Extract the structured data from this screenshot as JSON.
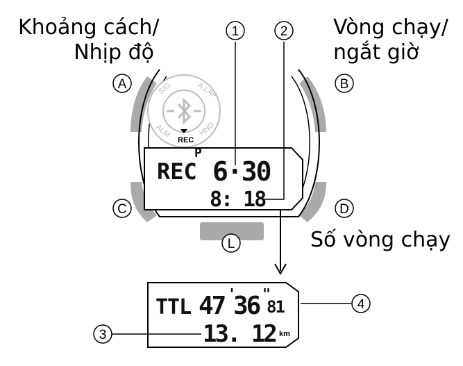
{
  "labels": {
    "top_left": [
      "Khoảng cách/",
      "Nhịp độ"
    ],
    "top_right": [
      "Vòng chạy/",
      "ngắt giờ"
    ],
    "bottom_right": "Số vòng chạy"
  },
  "buttons": {
    "a": "A",
    "b": "B",
    "c": "C",
    "d": "D",
    "l": "L"
  },
  "callouts": {
    "c1": "1",
    "c2": "2",
    "c3": "3",
    "c4": "4"
  },
  "bezel": {
    "sig": "SIG",
    "alap": "A.LAP",
    "alm": "ALM",
    "hnd": "HND",
    "rec": "REC",
    "bluetooth_icon": "bluetooth-icon"
  },
  "display_main": {
    "mode": "REC",
    "p": "P",
    "pace": "6·30",
    "lap": "8: 18"
  },
  "display_detail": {
    "ttl": "TTL",
    "min": "47",
    "sec": "36",
    "hund": "81",
    "distance": "13. 12",
    "unit": "km"
  },
  "colors": {
    "button_gray": "#aaaaaa",
    "line": "#000000",
    "bezel_light": "#bdbdbd"
  }
}
